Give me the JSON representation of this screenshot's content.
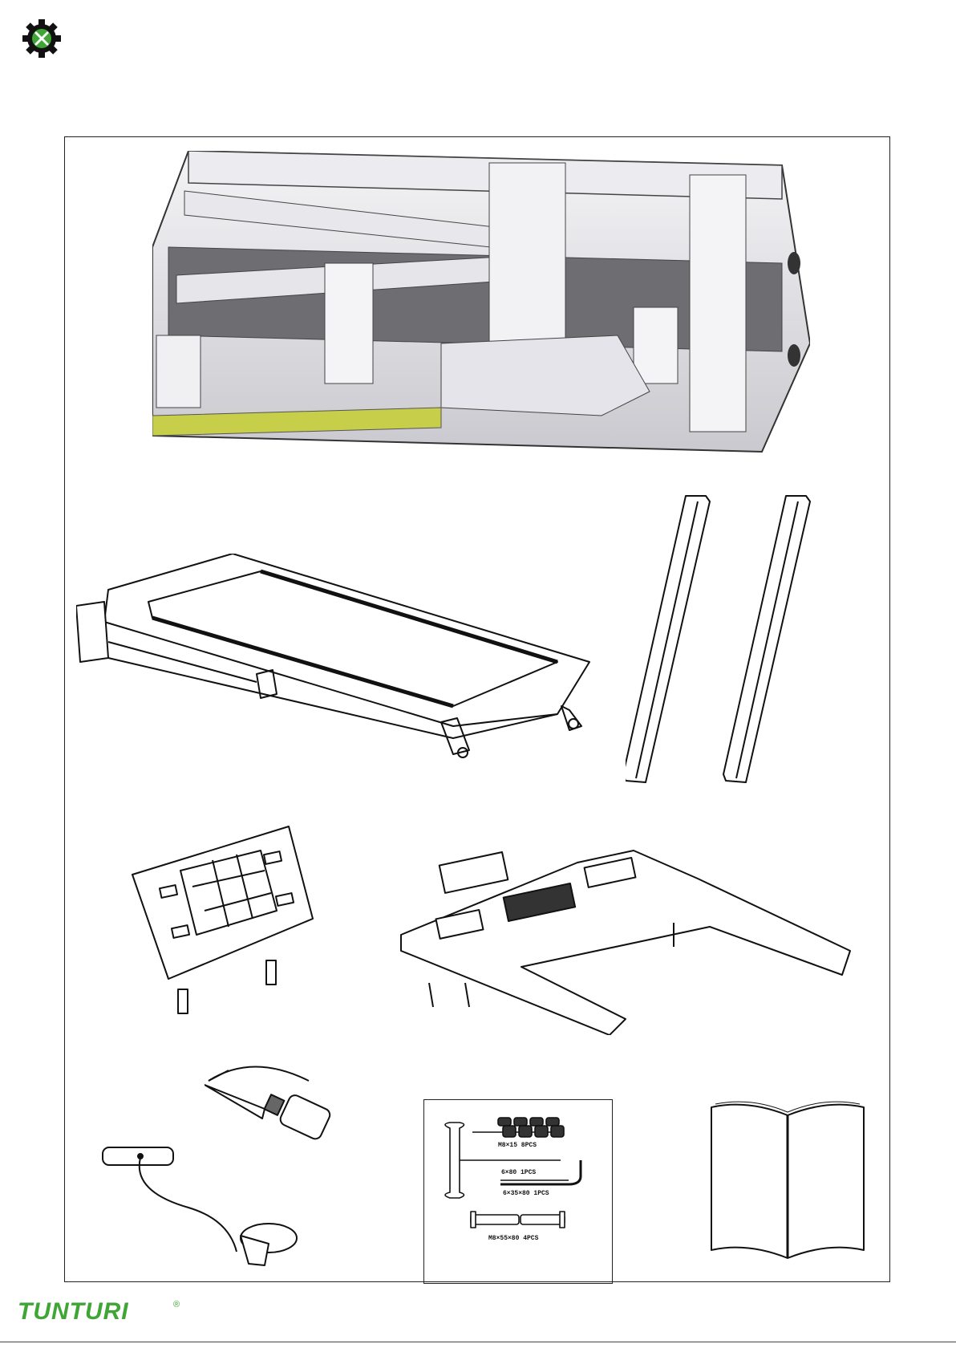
{
  "logo": {
    "icon": "gear-wrench-icon",
    "accent_color": "#3fa535"
  },
  "hardware": {
    "item1": "M8×15  8PCS",
    "item2": "6×80  1PCS",
    "item3": "6×35×80  1PCS",
    "item4": "M8×55×80  4PCS"
  },
  "brand": {
    "name": "TUNTURI",
    "registered": "®",
    "color": "#3fa535"
  }
}
